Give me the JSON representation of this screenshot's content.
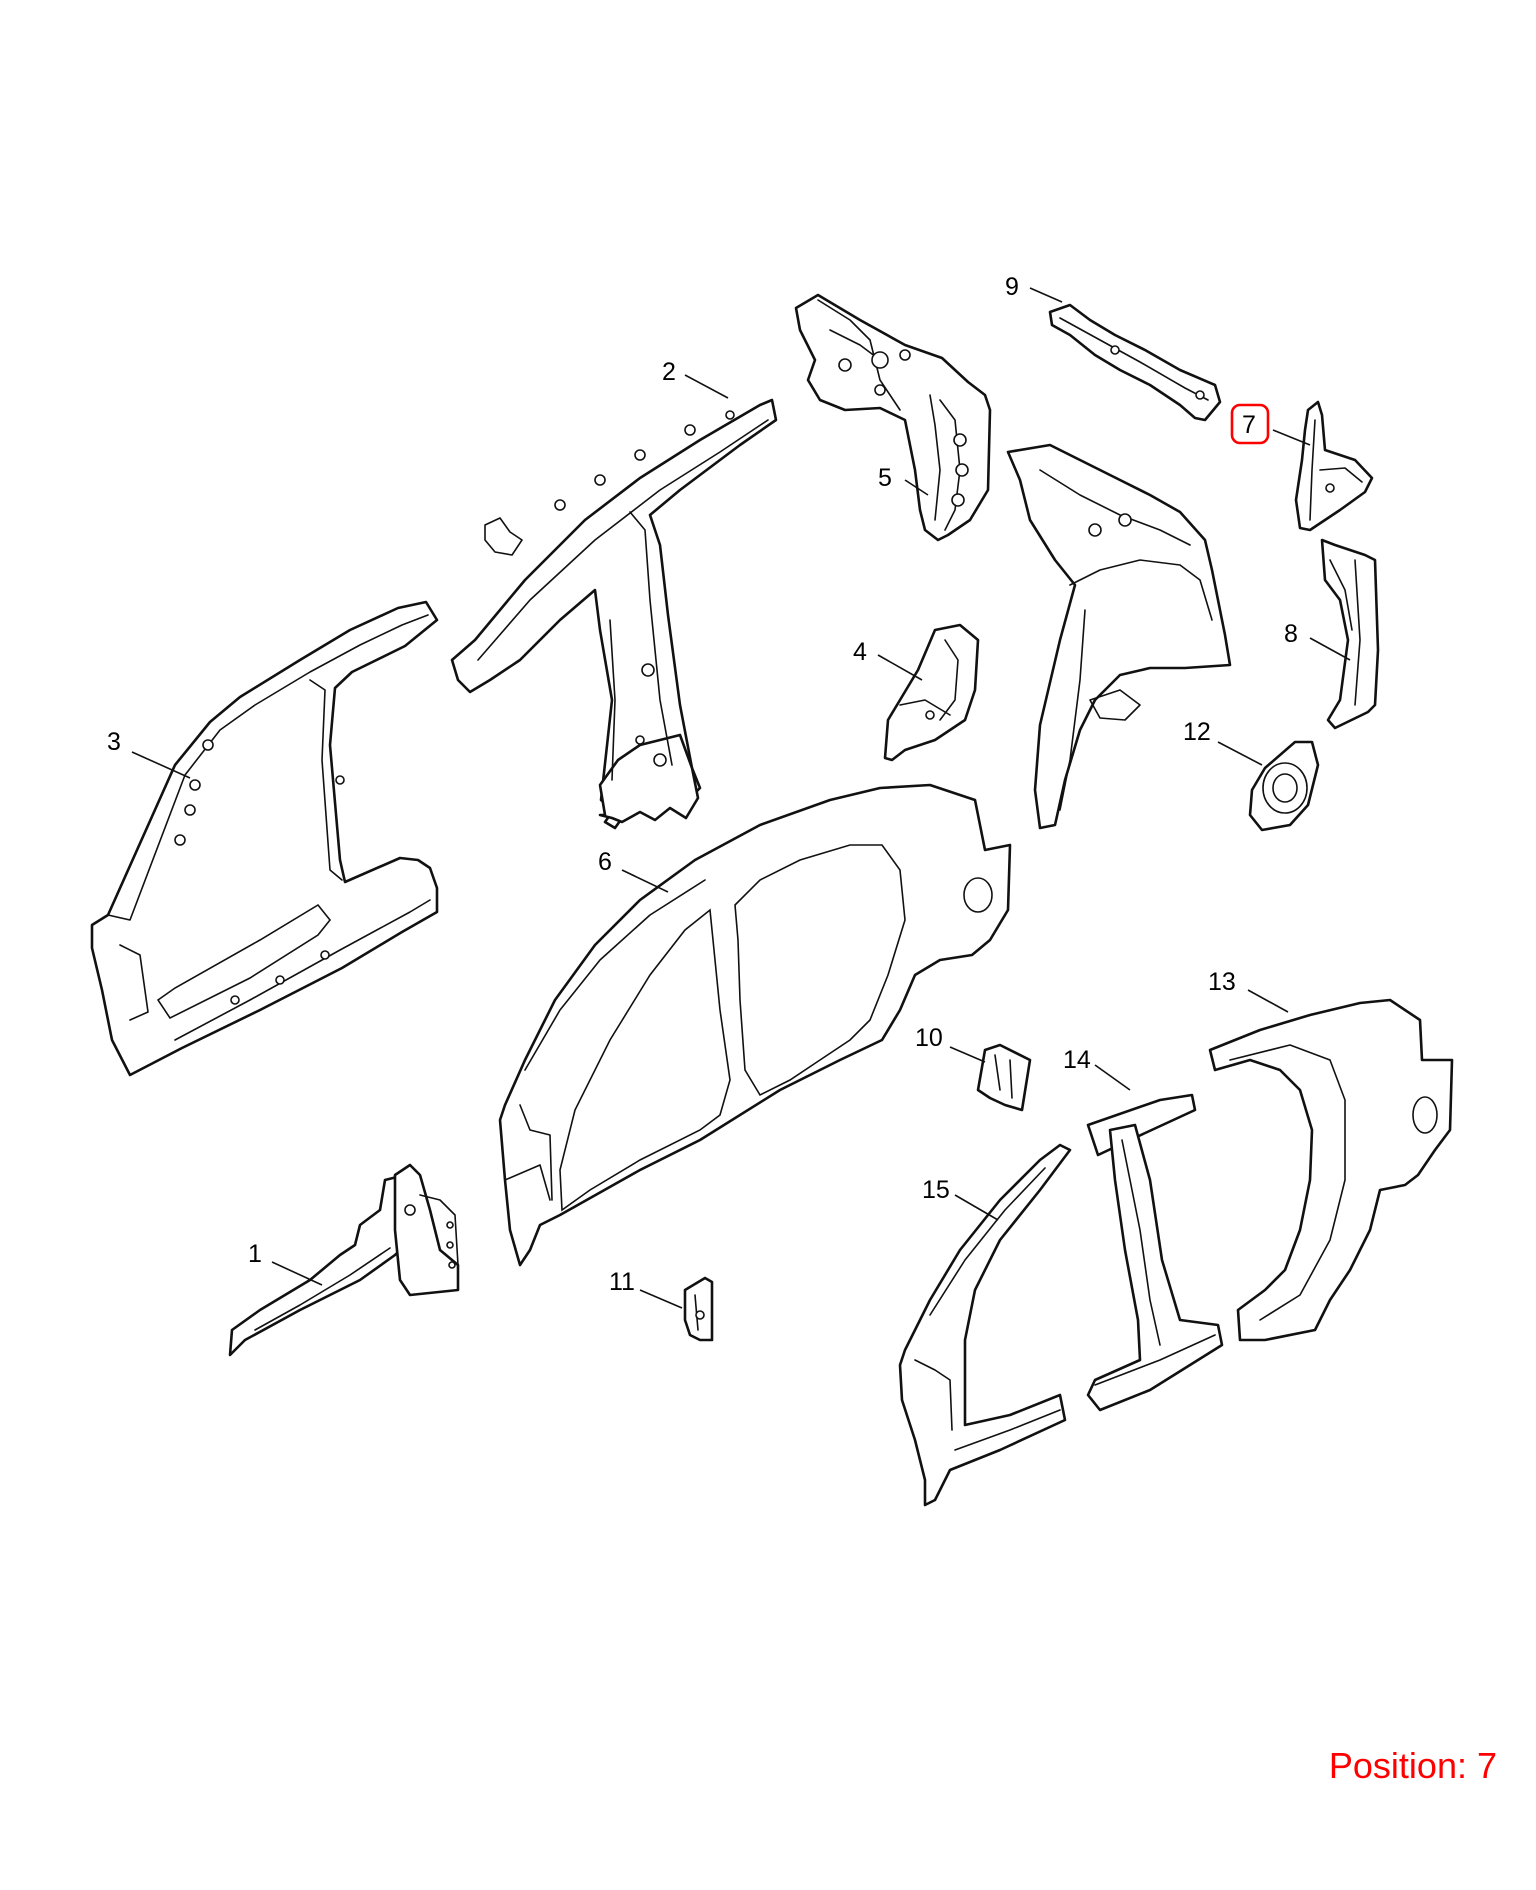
{
  "diagram": {
    "callouts": [
      {
        "id": "1",
        "label": "1"
      },
      {
        "id": "2",
        "label": "2"
      },
      {
        "id": "3",
        "label": "3"
      },
      {
        "id": "4",
        "label": "4"
      },
      {
        "id": "5",
        "label": "5"
      },
      {
        "id": "6",
        "label": "6"
      },
      {
        "id": "7",
        "label": "7"
      },
      {
        "id": "8",
        "label": "8"
      },
      {
        "id": "9",
        "label": "9"
      },
      {
        "id": "10",
        "label": "10"
      },
      {
        "id": "11",
        "label": "11"
      },
      {
        "id": "12",
        "label": "12"
      },
      {
        "id": "13",
        "label": "13"
      },
      {
        "id": "14",
        "label": "14"
      },
      {
        "id": "15",
        "label": "15"
      }
    ],
    "highlighted_callout": "7",
    "highlight_color": "#ff0000",
    "line_color": "#111111"
  },
  "position_label": "Position: 7"
}
